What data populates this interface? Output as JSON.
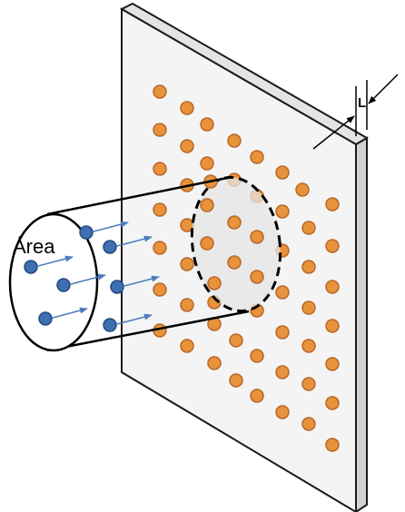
{
  "labels": {
    "area": "Área",
    "thickness": "L"
  },
  "colors": {
    "background": "#ffffff",
    "plate_face": "#f4f4f4",
    "plate_edge": "#d2d2d2",
    "plate_outline": "#1a1a1a",
    "target_particle_fill": "#e8923a",
    "target_particle_stroke": "#b8682a",
    "beam_particle_fill": "#3d6fb2",
    "beam_particle_stroke": "#274a7e",
    "arrow": "#4a7cc0",
    "shaded_area": "#e6e6e6"
  },
  "icons": {
    "target_particle": "orange-circle",
    "beam_particle": "blue-circle",
    "velocity": "right-arrow"
  }
}
